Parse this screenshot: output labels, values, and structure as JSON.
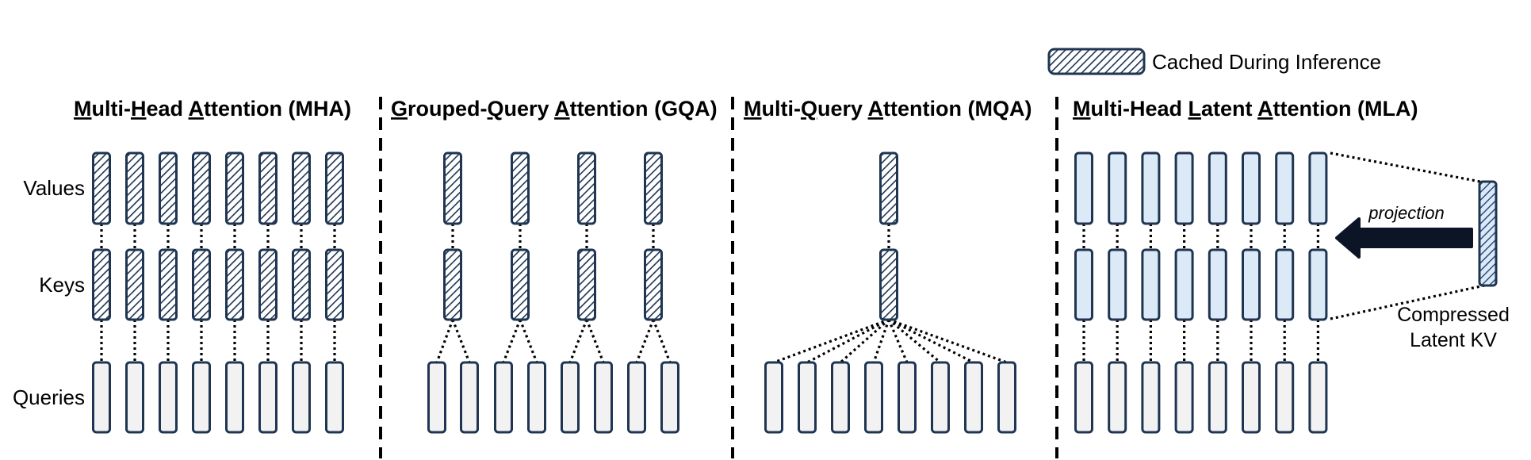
{
  "legend": {
    "label": "Cached During Inference"
  },
  "row_labels": {
    "values": "Values",
    "keys": "Keys",
    "queries": "Queries"
  },
  "panels": [
    {
      "id": "mha",
      "title": "Multi-Head Attention (MHA)",
      "underlined": [
        "M",
        "H",
        "A"
      ],
      "value_heads": 8,
      "key_heads": 8,
      "query_heads": 8,
      "cached": true
    },
    {
      "id": "gqa",
      "title": "Grouped-Query Attention (GQA)",
      "underlined": [
        "G",
        "Q",
        "A"
      ],
      "value_heads": 4,
      "key_heads": 4,
      "query_heads": 8,
      "cached": true
    },
    {
      "id": "mqa",
      "title": "Multi-Query Attention (MQA)",
      "underlined": [
        "M",
        "Q",
        "A"
      ],
      "value_heads": 1,
      "key_heads": 1,
      "query_heads": 8,
      "cached": true
    },
    {
      "id": "mla",
      "title": "Multi-Head Latent Attention (MLA)",
      "underlined": [
        "M",
        "L",
        "A"
      ],
      "value_heads": 8,
      "key_heads": 8,
      "query_heads": 8,
      "cached": false
    }
  ],
  "mla": {
    "projection_label": "projection",
    "latent_label_line1": "Compressed",
    "latent_label_line2": "Latent KV"
  },
  "colors": {
    "stroke": "#1f3552",
    "query_fill": "#f2f2f2",
    "mla_kv_fill": "#dce9f7",
    "hatch_bg": "#ffffff",
    "latent_fill": "#7f9fce",
    "arrow_fill": "#0b1526"
  }
}
